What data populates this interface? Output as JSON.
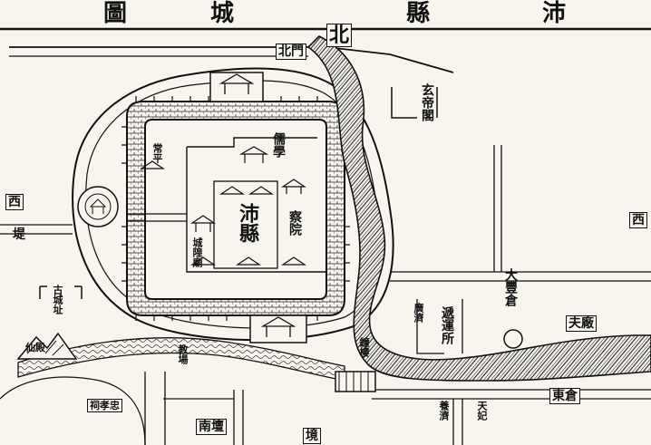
{
  "title": {
    "chars": [
      "沛",
      "縣",
      "城",
      "圖"
    ]
  },
  "labels": {
    "north": "北",
    "north_gate": "北門",
    "temple_top_right": "玄帝閣",
    "confucian_school": "儒學",
    "county_office": "沛縣",
    "prefect_hall": "察院",
    "granary_left": "常平",
    "west_field": "西",
    "east_field": "西",
    "embankment": "堤",
    "old_city_site": "古城址",
    "hill_temple": "仙殿",
    "ancestral_shrine": "祠孝忠",
    "altar_south": "南壇",
    "jiaoshou": "教場",
    "post_station": "遞運所",
    "tax_office": "廣濟",
    "big_granary": "大豐倉",
    "east_granary": "東倉",
    "xiaofu": "夫廠",
    "tianfei": "天妃",
    "river_mouth": "境",
    "city_wall_note": "城隍廟",
    "prison": "養濟",
    "tower": "鐘樓"
  }
}
